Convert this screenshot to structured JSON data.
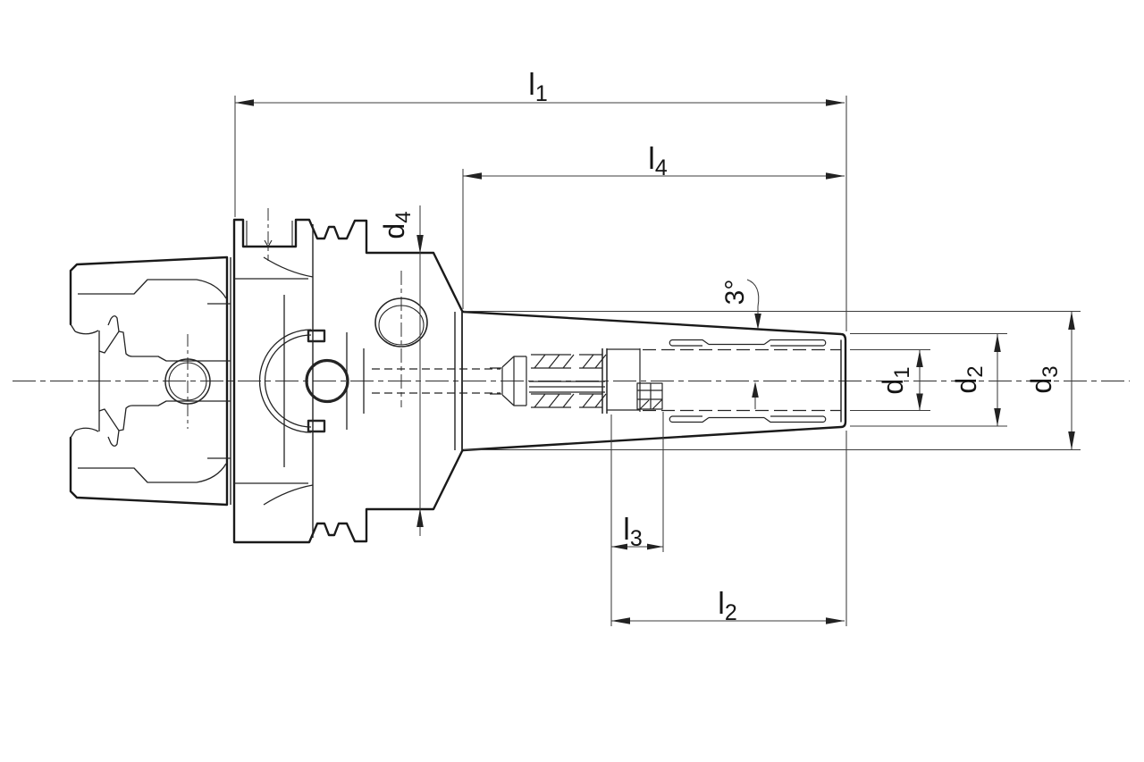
{
  "drawing": {
    "type": "technical-dimension-drawing",
    "subject": "tool-holder side view with section details",
    "colors": {
      "background": "#ffffff",
      "outline": "#1a1a1a",
      "detail_line": "#2b2b2b",
      "dimension_line": "#3c3c3c",
      "label_text": "#151515"
    },
    "dimensions": {
      "l1": {
        "base": "l",
        "sub": "1"
      },
      "l2": {
        "base": "l",
        "sub": "2"
      },
      "l3": {
        "base": "l",
        "sub": "3"
      },
      "l4": {
        "base": "l",
        "sub": "4"
      },
      "d1": {
        "base": "d",
        "sub": "1"
      },
      "d2": {
        "base": "d",
        "sub": "2"
      },
      "d3": {
        "base": "d",
        "sub": "3"
      },
      "d4": {
        "base": "d",
        "sub": "4"
      },
      "taper_angle": {
        "label": "3°"
      }
    }
  }
}
